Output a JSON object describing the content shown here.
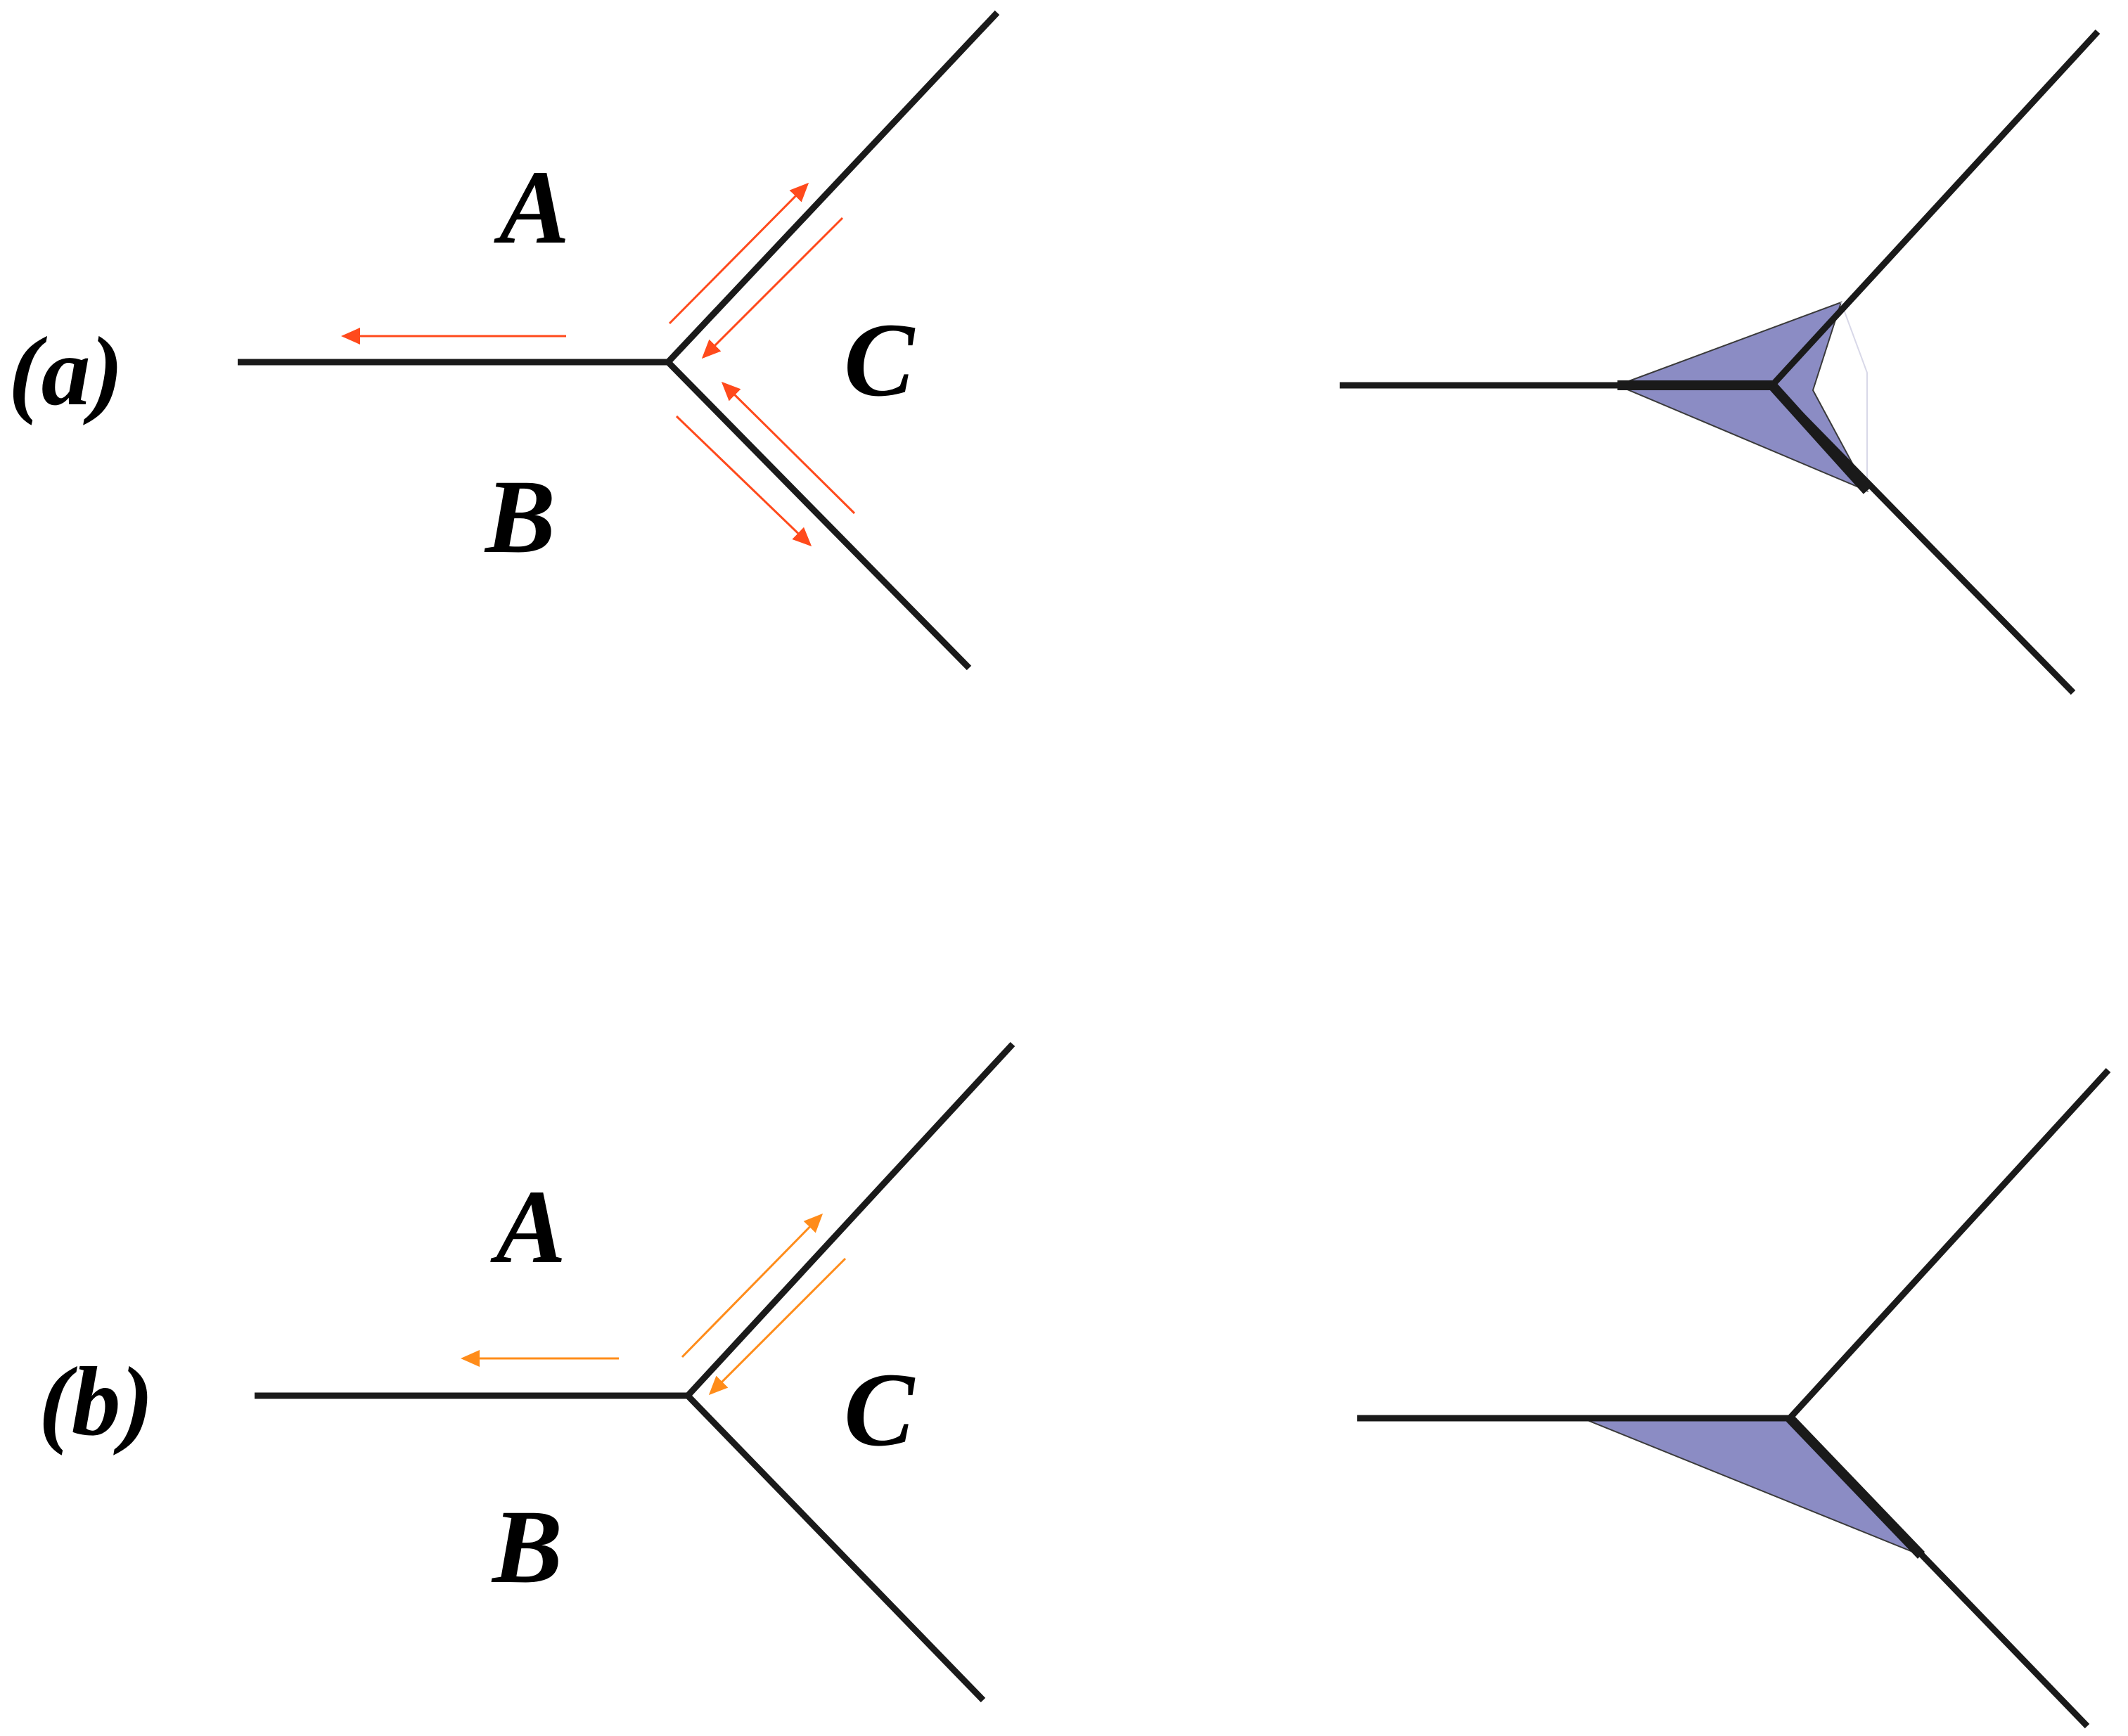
{
  "panels": [
    {
      "id": "a",
      "label": "(a)",
      "regions": {
        "a": "A",
        "b": "B",
        "c": "C"
      },
      "arrow_color": "#ff4a1c"
    },
    {
      "id": "b",
      "label": "(b)",
      "regions": {
        "a": "A",
        "b": "B",
        "c": "C"
      },
      "arrow_color": "#ff8c1a"
    }
  ],
  "colors": {
    "line": "#1a1a1a",
    "shaded_region": "#8b8cc4"
  }
}
